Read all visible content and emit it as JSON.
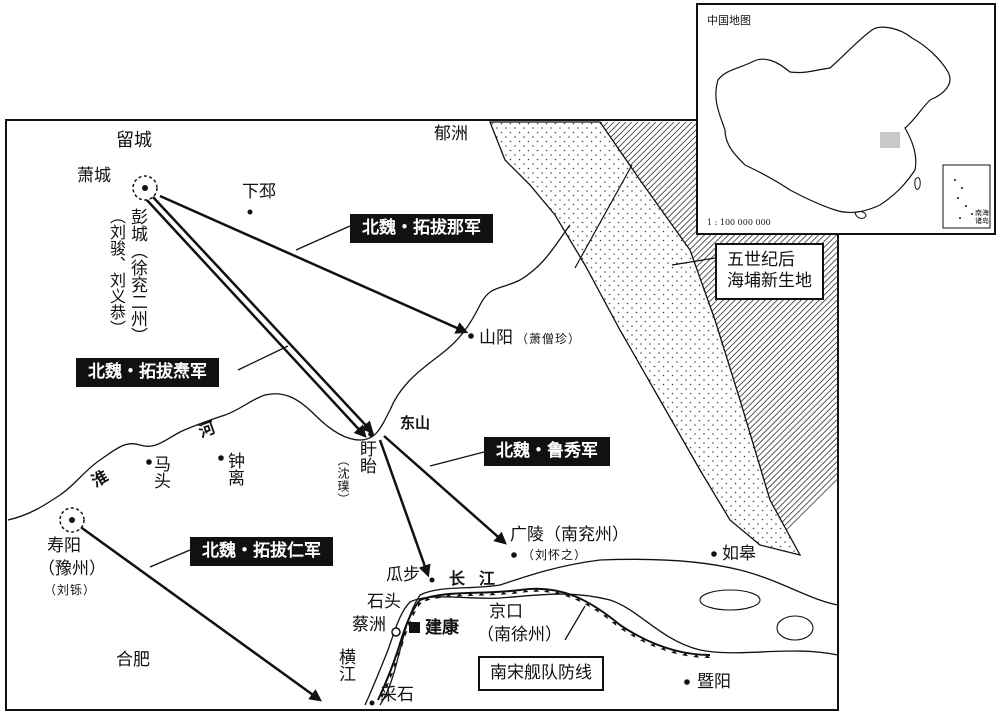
{
  "places": {
    "liucheng": "留城",
    "xiaocheng": "萧城",
    "xiapi": "下邳",
    "yuzhou": "郁洲",
    "pengcheng": "彭城（徐兖二州）",
    "pengcheng_note": "（刘骏、刘义恭）",
    "shanyang": "山阳",
    "shanyang_note": "（萧僧珍）",
    "dongshan": "东山",
    "xuyi": "盱眙",
    "xuyi_note": "（沈璞）",
    "matou": "马头",
    "zhongli": "钟离",
    "shouyang": "寿阳",
    "shouyang_sub": "（豫州）",
    "shouyang_note": "（刘铄）",
    "guangling": "广陵（南兖州）",
    "guangling_note": "（刘怀之）",
    "rugao": "如皋",
    "guabu": "瓜步",
    "shitou": "石头",
    "caizhou": "蔡洲",
    "jiankang": "建康",
    "jingkou": "京口",
    "jingkou_sub": "（南徐州）",
    "hefei": "合肥",
    "hengjiang": "横江",
    "caishi": "采石",
    "jiyang": "暨阳"
  },
  "rivers": {
    "huai": "淮",
    "he": "河",
    "changjiang": "长江"
  },
  "armies": {
    "tuoba_na": "北魏・拓拔那军",
    "tuoba_tao": "北魏・拓拔焘军",
    "lu_xiu": "北魏・鲁秀军",
    "tuoba_ren": "北魏・拓拔仁军"
  },
  "notes": {
    "new_land": "五世纪后\n海埔新生地",
    "fleet_line": "南宋舰队防线"
  },
  "inset": {
    "title": "中国地图",
    "scale": "1 : 100 000 000",
    "sea": "南海\n诸岛"
  },
  "colors": {
    "ink": "#111111",
    "army_bg": "#111111",
    "army_text": "#ffffff",
    "highlight": "#c8c8c8"
  }
}
